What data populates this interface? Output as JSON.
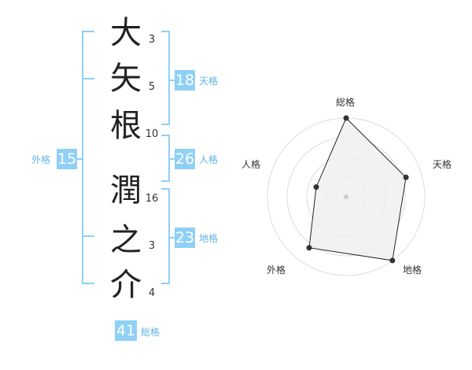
{
  "name": {
    "characters": [
      {
        "char": "大",
        "strokes": "3"
      },
      {
        "char": "矢",
        "strokes": "5"
      },
      {
        "char": "根",
        "strokes": "10"
      },
      {
        "char": "潤",
        "strokes": "16"
      },
      {
        "char": "之",
        "strokes": "3"
      },
      {
        "char": "介",
        "strokes": "4"
      }
    ]
  },
  "fortunes": {
    "tenkaku": {
      "value": "18",
      "label": "天格"
    },
    "jinkaku": {
      "value": "26",
      "label": "人格"
    },
    "chikaku": {
      "value": "23",
      "label": "地格"
    },
    "gaikaku": {
      "value": "15",
      "label": "外格"
    },
    "soukaku": {
      "value": "41",
      "label": "総格"
    }
  },
  "colors": {
    "bracket": "#8fd0f6",
    "badge": "#8fd0f6",
    "label": "#62b4e6",
    "radar_fill": "#eeeeee",
    "radar_line": "#222222"
  },
  "chart_data": {
    "type": "radar",
    "axes": [
      "総格",
      "天格",
      "地格",
      "外格",
      "人格"
    ],
    "values": [
      5,
      4,
      5,
      4,
      2
    ],
    "max": 5,
    "rings": 4
  }
}
